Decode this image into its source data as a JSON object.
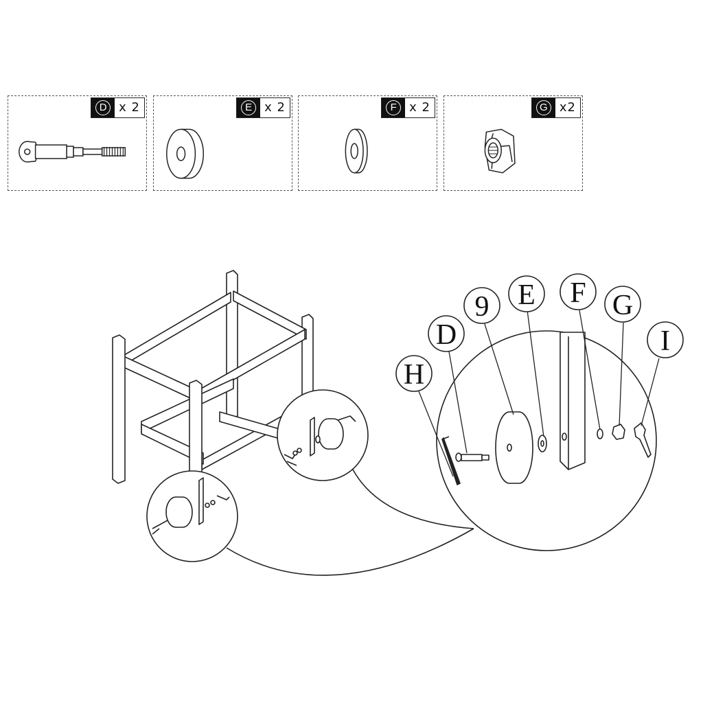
{
  "parts": [
    {
      "letter": "D",
      "qty": "x 2",
      "icon": "shoulder-bolt-icon"
    },
    {
      "letter": "E",
      "qty": "x 2",
      "icon": "wheel-spacer-icon"
    },
    {
      "letter": "F",
      "qty": "x 2",
      "icon": "washer-icon"
    },
    {
      "letter": "G",
      "qty": "x2",
      "icon": "hex-nut-icon"
    }
  ],
  "callouts": {
    "h": "H",
    "d": "D",
    "nine": "9",
    "e": "E",
    "f": "F",
    "g": "G",
    "i": "I"
  }
}
